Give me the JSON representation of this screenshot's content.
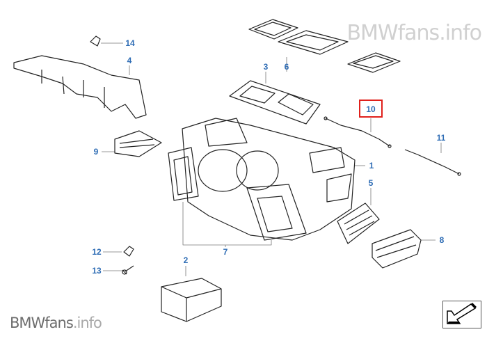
{
  "watermark": {
    "brand": "BMWfans",
    "suffix": ".info"
  },
  "logo": {
    "brand": "BMWfans",
    "suffix": ".info"
  },
  "callouts": [
    "14",
    "4",
    "3",
    "6",
    "10",
    "11",
    "9",
    "1",
    "5",
    "8",
    "12",
    "7",
    "2",
    "13"
  ],
  "highlighted_callout": "10",
  "colors": {
    "callout": "#2f6db5",
    "highlight": "#e0201b"
  },
  "back_button": {
    "icon": "arrow-back-icon"
  }
}
